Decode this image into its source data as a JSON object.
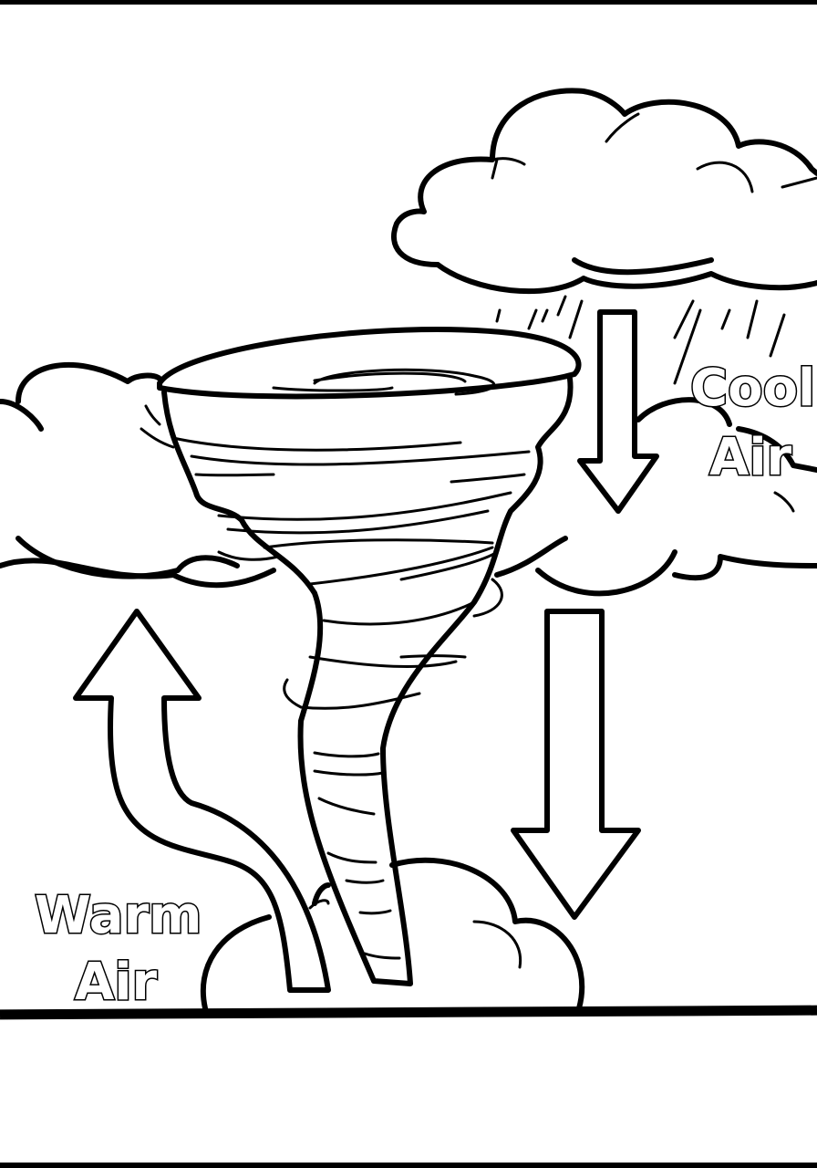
{
  "labels": {
    "cool_air": [
      "Cool",
      "Air"
    ],
    "warm_air": [
      "Warm",
      "Air"
    ]
  },
  "colors": {
    "line": "#000000",
    "background": "#ffffff"
  }
}
